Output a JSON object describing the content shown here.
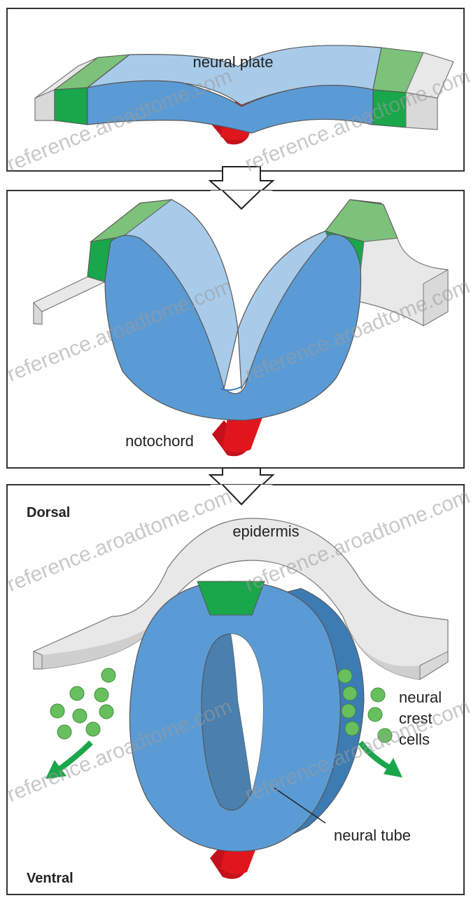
{
  "labels": {
    "neural_plate": "neural plate",
    "notochord": "notochord",
    "dorsal": "Dorsal",
    "ventral": "Ventral",
    "epidermis": "epidermis",
    "neural_crest_line1": "neural",
    "neural_crest_line2": "crest",
    "neural_crest_line3": "cells",
    "neural_tube": "neural tube"
  },
  "watermark": "reference.aroadtome.com",
  "colors": {
    "neural_tissue": "#5b9bd5",
    "neural_tissue_light": "#a8cbea",
    "neural_tissue_dark": "#3d7bb3",
    "neural_crest": "#1aa64a",
    "neural_crest_light": "#7dc27a",
    "epidermis": "#d9d9d9",
    "epidermis_dark": "#bfbfbf",
    "notochord": "#e0161e",
    "crest_cells": "#67c05d",
    "frame": "#333333"
  }
}
